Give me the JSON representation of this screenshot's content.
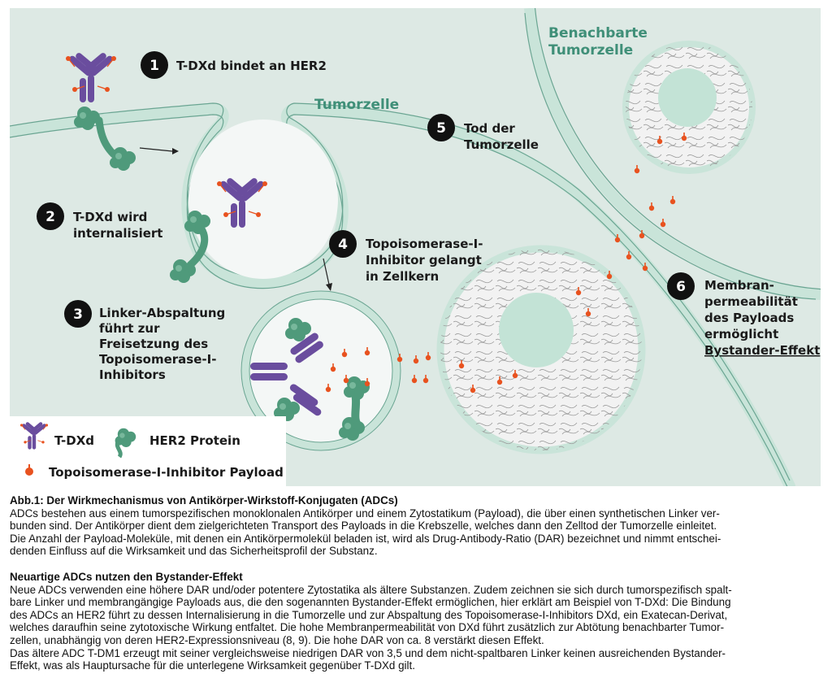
{
  "figure": {
    "cell_labels": {
      "tumor_cell": "Tumorzelle",
      "neighbor_line1": "Benachbarte",
      "neighbor_line2": "Tumorzelle"
    },
    "steps": [
      {
        "num": "1",
        "lines": [
          "T-DXd bindet an HER2"
        ]
      },
      {
        "num": "2",
        "lines": [
          "T-DXd wird",
          "internalisiert"
        ]
      },
      {
        "num": "3",
        "lines": [
          "Linker-Abspaltung",
          "führt zur",
          "Freisetzung des",
          "Topoisomerase-I-",
          "Inhibitors"
        ]
      },
      {
        "num": "4",
        "lines": [
          "Topoisomerase-I-",
          "Inhibitor gelangt",
          "in Zellkern"
        ]
      },
      {
        "num": "5",
        "lines": [
          "Tod der",
          "Tumorzelle"
        ]
      },
      {
        "num": "6",
        "lines": [
          "Membran-",
          "permeabilität",
          "des Payloads",
          "ermöglicht",
          "Bystander-Effekt"
        ]
      }
    ],
    "legend": {
      "tdxd": "T-DXd",
      "her2": "HER2 Protein",
      "payload": "Topoisomerase-I-Inhibitor Payload"
    },
    "colors": {
      "background": "#dde9e4",
      "membrane": "#c9e4d9",
      "membrane_edge": "#6aa592",
      "antibody": "#6a4d9e",
      "her2": "#4f9a7b",
      "payload": "#e8521f",
      "text_green": "#3f8f78"
    }
  },
  "caption": {
    "title1": "Abb.1: Der Wirkmechanismus von Antikörper-Wirkstoff-Konjugaten (ADCs)",
    "p1": [
      "ADCs bestehen aus einem tumorspezifischen monoklonalen Antikörper und einem Zytostatikum (Payload), die über einen synthetischen Linker ver-",
      "bunden sind. Der Antikörper dient dem zielgerichteten Transport des Payloads in die Krebszelle, welches dann den Zelltod der Tumorzelle einleitet.",
      "Die Anzahl der Payload-Moleküle, mit denen ein Antikörpermolekül beladen ist, wird als Drug-Antibody-Ratio (DAR) bezeichnet und nimmt entschei-",
      "denden Einfluss auf die Wirksamkeit und das Sicherheitsprofil der Substanz."
    ],
    "title2": "Neuartige ADCs nutzen den Bystander-Effekt",
    "p2": [
      "Neue ADCs verwenden eine höhere DAR und/oder potentere Zytostatika als ältere Substanzen. Zudem zeichnen sie sich durch tumorspezifisch spalt-",
      "bare Linker und membrangängige Payloads aus, die den sogenannten Bystander-Effekt ermöglichen, hier erklärt am Beispiel von T-DXd: Die Bindung",
      "des ADCs an HER2 führt zu dessen Internalisierung in die Tumorzelle und zur Abspaltung des Topoisomerase-I-Inhibitors DXd, ein Exatecan-Derivat,",
      "welches daraufhin seine zytotoxische Wirkung entfaltet. Die hohe Membranpermeabilität von DXd führt zusätzlich zur Abtötung benachbarter Tumor-",
      "zellen, unabhängig von deren HER2-Expressionsniveau (8, 9). Die hohe DAR von ca. 8 verstärkt diesen Effekt.",
      "Das ältere ADC T-DM1 erzeugt mit seiner vergleichsweise niedrigen DAR von 3,5 und dem nicht-spaltbaren Linker keinen ausreichenden Bystander-",
      "Effekt, was als Hauptursache für die unterlegene Wirksamkeit gegenüber T-DXd gilt."
    ]
  }
}
